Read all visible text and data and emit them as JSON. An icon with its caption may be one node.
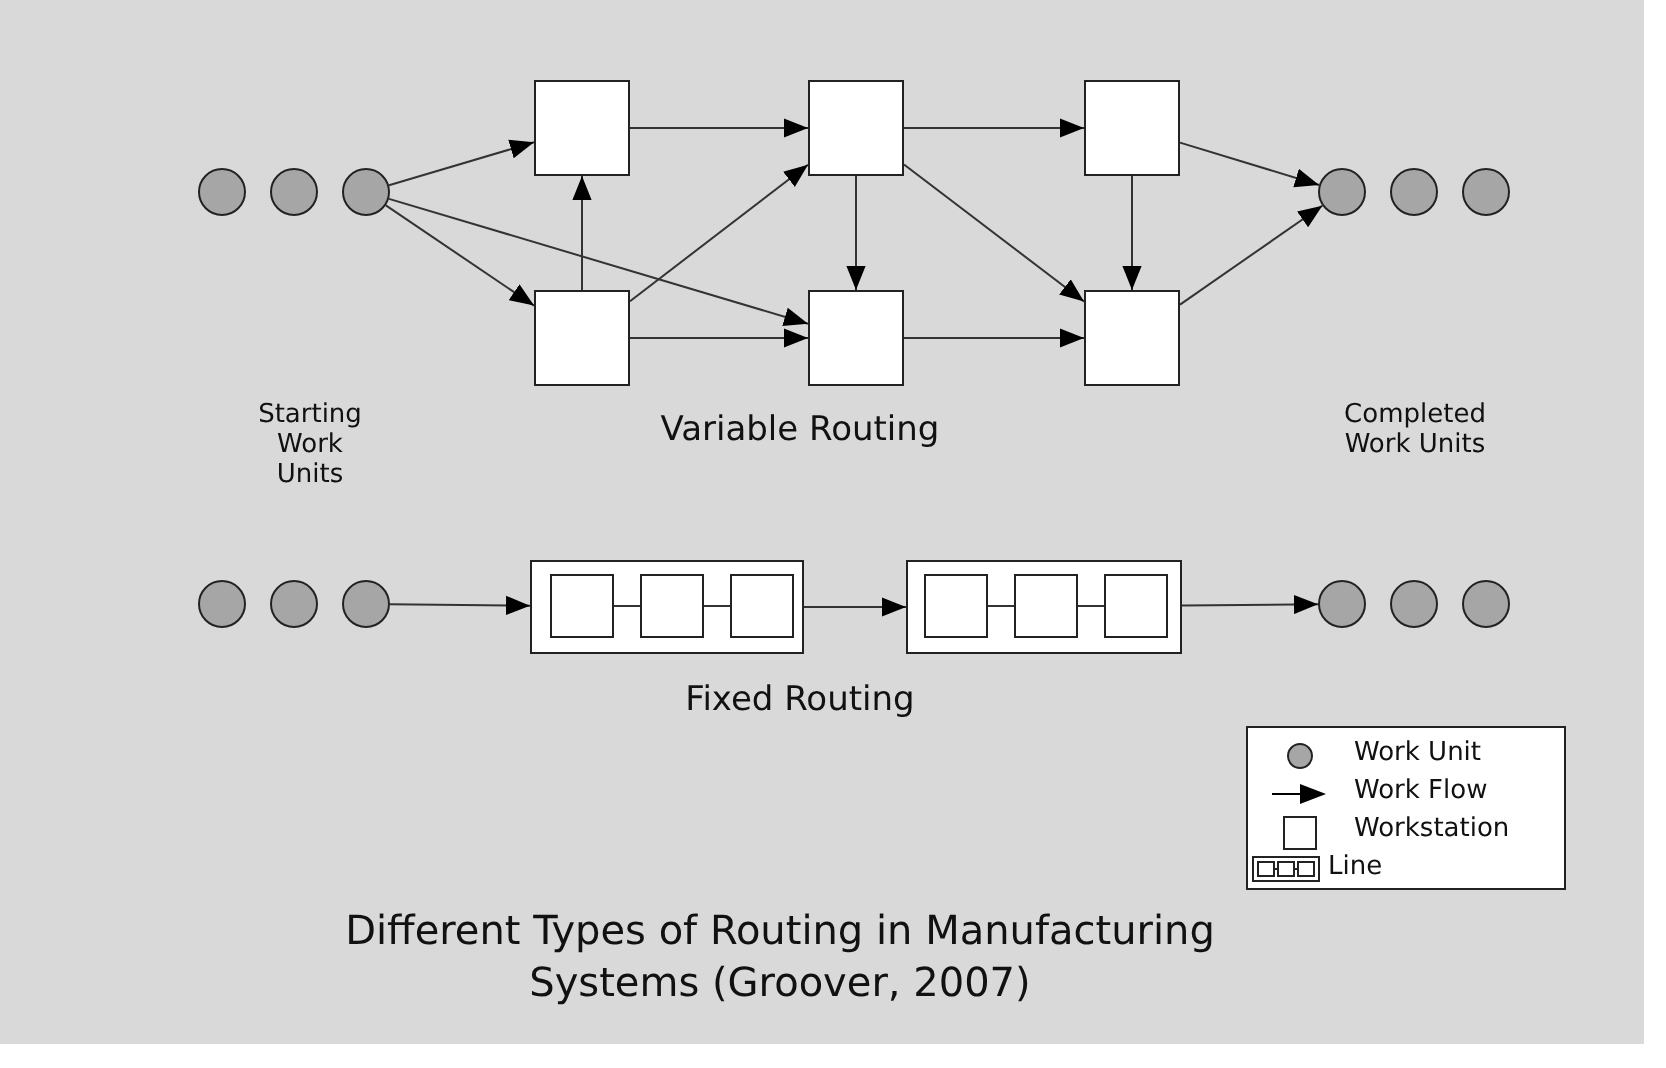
{
  "diagram": {
    "caption": "Different Types of Routing in Manufacturing Systems (Groover, 2007)",
    "nodes": [
      {
        "text": [],
        "shape": "circle"
      },
      {
        "text": [],
        "shape": "circle"
      },
      {
        "text": [],
        "shape": "circle"
      },
      {
        "text": [],
        "shape": "box"
      },
      {
        "text": [],
        "shape": "box"
      },
      {
        "text": [],
        "shape": "box"
      },
      {
        "text": [],
        "shape": "box"
      },
      {
        "text": [],
        "shape": "box"
      },
      {
        "text": [],
        "shape": "box"
      },
      {
        "text": [],
        "shape": "circle"
      },
      {
        "text": [],
        "shape": "circle"
      },
      {
        "text": [],
        "shape": "circle"
      },
      {
        "text": [],
        "shape": "circle"
      },
      {
        "text": [],
        "shape": "circle"
      },
      {
        "text": [],
        "shape": "circle"
      },
      {
        "text": [],
        "shape": "box"
      },
      {
        "text": [],
        "shape": "box",
        "in": 15
      },
      {
        "text": [],
        "shape": "box",
        "in": 15
      },
      {
        "text": [],
        "shape": "box",
        "in": 15
      },
      {
        "text": [],
        "shape": "box"
      },
      {
        "text": [],
        "shape": "box",
        "in": 19
      },
      {
        "text": [],
        "shape": "box",
        "in": 19
      },
      {
        "text": [],
        "shape": "box",
        "in": 19
      },
      {
        "text": [],
        "shape": "circle"
      },
      {
        "text": [],
        "shape": "circle"
      },
      {
        "text": [],
        "shape": "circle"
      }
    ],
    "edges": [
      {
        "from": 2,
        "to": 3,
        "arrow": "to"
      },
      {
        "from": 2,
        "to": 6,
        "arrow": "to"
      },
      {
        "from": 2,
        "to": 7,
        "arrow": "to"
      },
      {
        "from": 6,
        "to": 3,
        "arrow": "to"
      },
      {
        "from": 3,
        "to": 4,
        "arrow": "to"
      },
      {
        "from": 6,
        "to": 4,
        "arrow": "to"
      },
      {
        "from": 6,
        "to": 7,
        "arrow": "to"
      },
      {
        "from": 4,
        "to": 7,
        "arrow": "to"
      },
      {
        "from": 4,
        "to": 5,
        "arrow": "to"
      },
      {
        "from": 4,
        "to": 8,
        "arrow": "to"
      },
      {
        "from": 7,
        "to": 8,
        "arrow": "to"
      },
      {
        "from": 5,
        "to": 8,
        "arrow": "to"
      },
      {
        "from": 5,
        "to": 9,
        "arrow": "to"
      },
      {
        "from": 8,
        "to": 9,
        "arrow": "to"
      },
      {
        "from": 14,
        "to": 15,
        "arrow": "to"
      },
      {
        "from": 16,
        "to": 17,
        "arrow": "none"
      },
      {
        "from": 17,
        "to": 18,
        "arrow": "none"
      },
      {
        "from": 15,
        "to": 19,
        "arrow": "to"
      },
      {
        "from": 20,
        "to": 21,
        "arrow": "none"
      },
      {
        "from": 21,
        "to": 22,
        "arrow": "none"
      },
      {
        "from": 19,
        "to": 23,
        "arrow": "to"
      }
    ],
    "labels": [
      "Starting Work Units",
      "Variable Routing",
      "Completed Work Units",
      "Fixed Routing"
    ],
    "legend": [
      {
        "text": "Work Unit"
      },
      {
        "text": "Work Flow"
      },
      {
        "text": "Workstation"
      },
      {
        "text": "Line"
      }
    ]
  }
}
